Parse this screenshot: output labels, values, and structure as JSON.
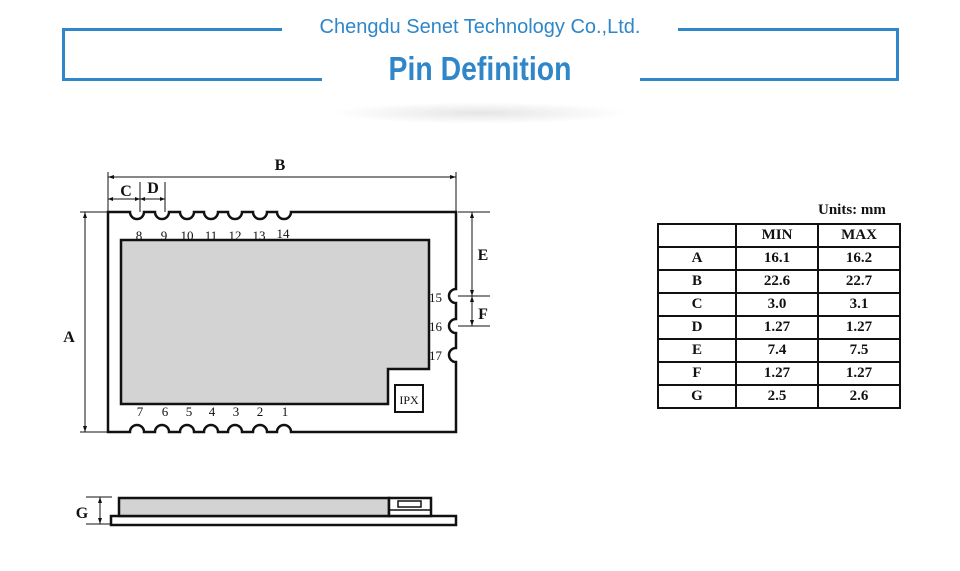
{
  "header": {
    "company": "Chengdu Senet Technology Co.,Ltd.",
    "title": "Pin Definition"
  },
  "diagram": {
    "dimension_labels": {
      "A": "A",
      "B": "B",
      "C": "C",
      "D": "D",
      "E": "E",
      "F": "F",
      "G": "G"
    },
    "top_pins": [
      "8",
      "9",
      "10",
      "11",
      "12",
      "13",
      "14"
    ],
    "bottom_pins": [
      "7",
      "6",
      "5",
      "4",
      "3",
      "2",
      "1"
    ],
    "side_pins": [
      "15",
      "16",
      "17"
    ],
    "antenna_label": "IPX"
  },
  "table": {
    "units": "Units: mm",
    "headers": [
      "",
      "MIN",
      "MAX"
    ],
    "rows": [
      {
        "param": "A",
        "min": "16.1",
        "max": "16.2"
      },
      {
        "param": "B",
        "min": "22.6",
        "max": "22.7"
      },
      {
        "param": "C",
        "min": "3.0",
        "max": "3.1"
      },
      {
        "param": "D",
        "min": "1.27",
        "max": "1.27"
      },
      {
        "param": "E",
        "min": "7.4",
        "max": "7.5"
      },
      {
        "param": "F",
        "min": "1.27",
        "max": "1.27"
      },
      {
        "param": "G",
        "min": "2.5",
        "max": "2.6"
      }
    ]
  },
  "colors": {
    "accent": "#2f86c8",
    "shield": "#d3d3d3",
    "ink": "#111111"
  }
}
